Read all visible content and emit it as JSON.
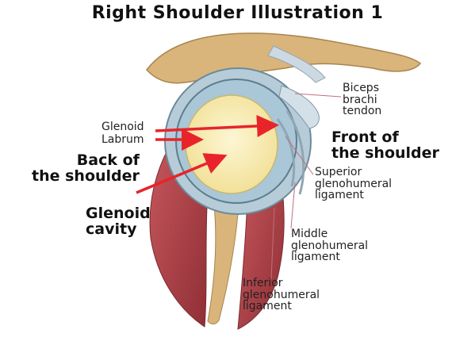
{
  "title": "Right Shoulder Illustration 1",
  "labels": {
    "biceps_tendon": "Biceps\nbrachi\ntendon",
    "glenoid": "Glenoid",
    "labrum": "Labrum",
    "front": "Front of\nthe shoulder",
    "back": "Back of\nthe shoulder",
    "superior_ligament": "Superior\nglenohumeral\nligament",
    "glenoid_cavity": "Glenoid\ncavity",
    "middle_ligament": "Middle\nglenohumeral\nligament",
    "inferior_ligament": "Inferior\nglenohumeral\nligament"
  },
  "colors": {
    "arrow": "#e8242a",
    "cavity": "#fbeeb0",
    "labrum": "#a9c7d6",
    "muscle": "#b5444a",
    "bone": "#d9b57c",
    "leader": "#c0707a"
  },
  "icons": {
    "arrow": "arrow-icon"
  }
}
